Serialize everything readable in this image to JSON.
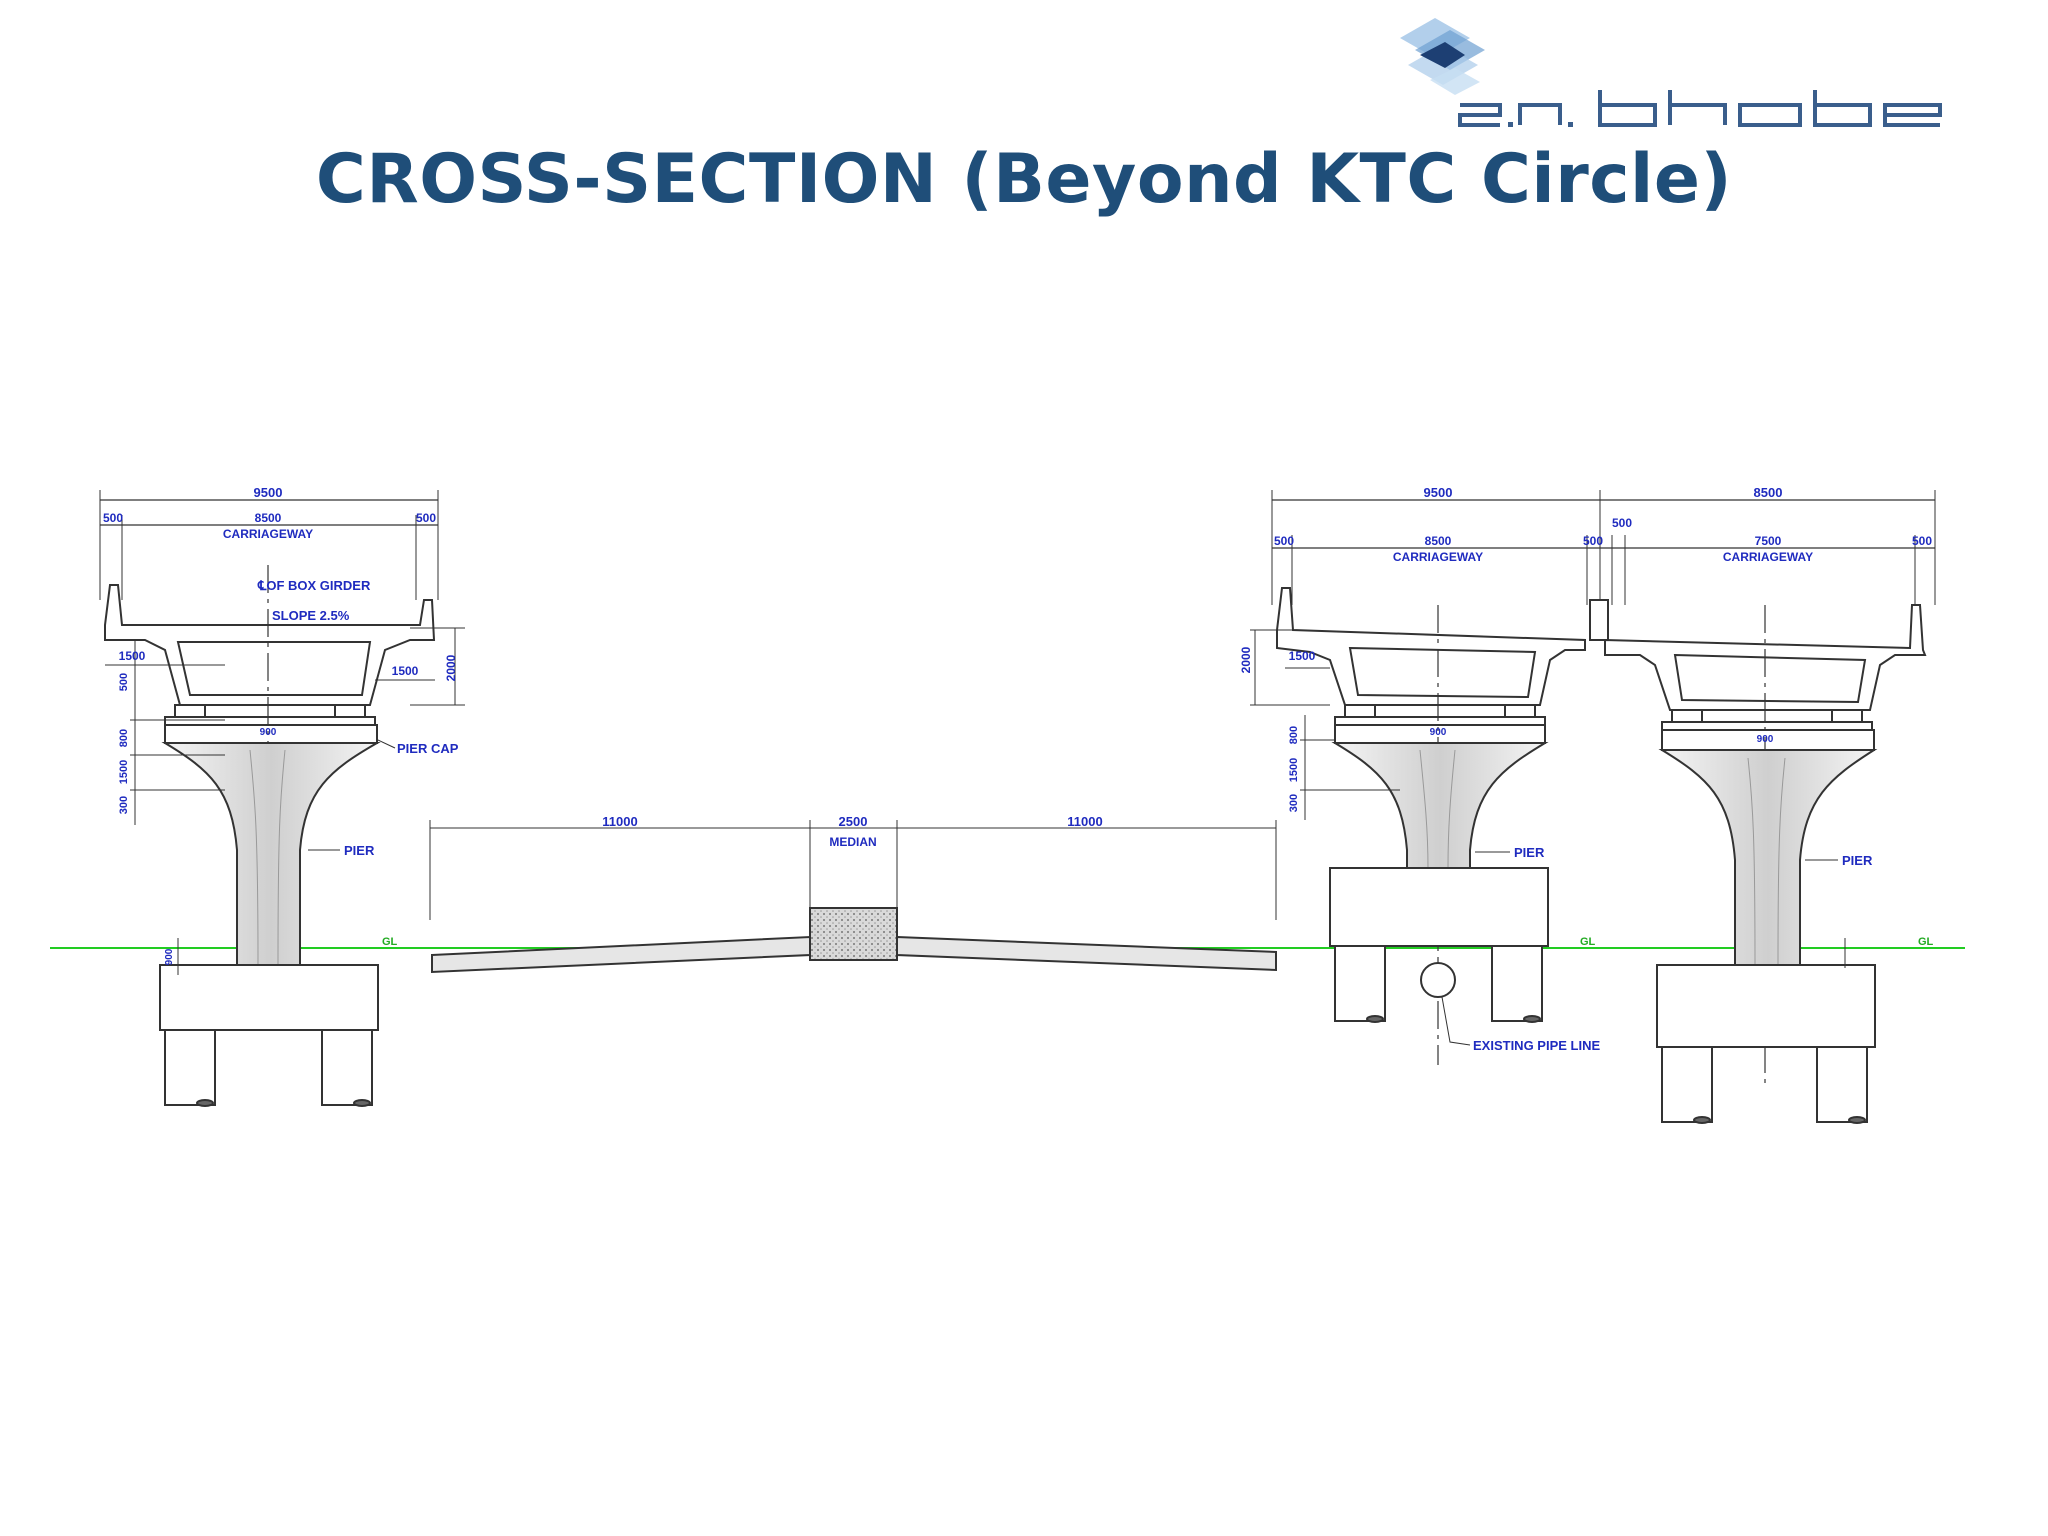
{
  "title": "CROSS-SECTION (Beyond KTC Circle)",
  "logo": {
    "text": "s.n. bhobe",
    "color": "#3a5e8c"
  },
  "colors": {
    "title": "#1f4e79",
    "annotation": "#1f2bbf",
    "ground": "#22cc22",
    "line": "#333333"
  },
  "left_flyover": {
    "overall": "9500",
    "edge_left": "500",
    "carriageway_width": "8500",
    "carriageway_label": "CARRIAGEWAY",
    "edge_right": "500",
    "girder_label": "℄OF BOX GIRDER",
    "slope_label": "SLOPE 2.5%",
    "cantilever_left": "1500",
    "cantilever_right": "1500",
    "depth": "2000",
    "side_a": "500",
    "side_b": "800",
    "side_c": "1500",
    "side_d": "300",
    "bearing": "900",
    "pier_cap_label": "PIER CAP",
    "pier_label": "PIER",
    "gl": "GL",
    "footing": "900"
  },
  "road": {
    "left_width": "11000",
    "median_width": "2500",
    "median_label": "MEDIAN",
    "right_width": "11000"
  },
  "right_flyover": {
    "overall_a": "9500",
    "overall_b": "8500",
    "edge_a1": "500",
    "carriageway_a": "8500",
    "carriageway_a_label": "CARRIAGEWAY",
    "edge_a2": "500",
    "gap": "500",
    "carriageway_b": "7500",
    "carriageway_b_label": "CARRIAGEWAY",
    "edge_b": "500",
    "depth": "2000",
    "cantilever": "1500",
    "side_b": "800",
    "side_c": "1500",
    "side_d": "300",
    "bearing_a": "900",
    "bearing_b": "900",
    "pier_a_label": "PIER",
    "pier_b_label": "PIER",
    "gl_a": "GL",
    "gl_b": "GL",
    "pipe_label": "EXISTING PIPE LINE"
  }
}
